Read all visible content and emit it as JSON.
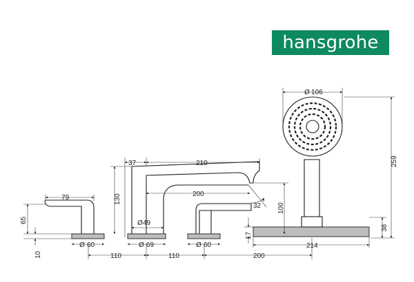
{
  "brand": {
    "name": "hansgrohe",
    "color": "#0e8a5f"
  },
  "dimensions": {
    "d106": "106",
    "d259": "259",
    "d210": "210",
    "d37": "37",
    "d130": "130",
    "d200_spout": "200",
    "d49": "49",
    "d79": "79",
    "d65": "65",
    "d10": "10",
    "d60_left": "60",
    "d69": "69",
    "d60_mid": "60",
    "d110_a": "110",
    "d110_b": "110",
    "d200_base": "200",
    "d100": "100",
    "d32": "32",
    "d17": "17",
    "d214": "214",
    "d38": "38"
  },
  "symbols": {
    "diameter": "Ø",
    "degree": "°"
  }
}
